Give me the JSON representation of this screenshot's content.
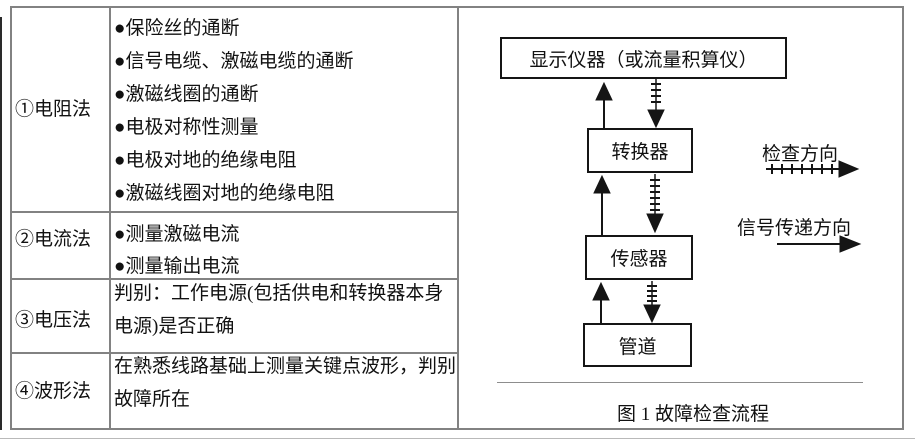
{
  "table": {
    "rows": [
      {
        "method": "①电阻法",
        "lines": [
          "●保险丝的通断",
          "●信号电缆、激磁电缆的通断",
          "●激磁线圈的通断",
          "●电极对称性测量",
          "●电极对地的绝缘电阻",
          "●激磁线圈对地的绝缘电阻"
        ]
      },
      {
        "method": "②电流法",
        "lines": [
          "●测量激磁电流",
          "●测量输出电流"
        ]
      },
      {
        "method": "③电压法",
        "lines": [
          "判别：工作电源(包括供电和转换器本身",
          "电源)是否正确"
        ]
      },
      {
        "method": "④波形法",
        "lines": [
          "在熟悉线路基础上测量关键点波形，判别",
          "故障所在"
        ]
      }
    ]
  },
  "flowchart": {
    "nodes": [
      {
        "label": "显示仪器（或流量积算仪）"
      },
      {
        "label": "转换器"
      },
      {
        "label": "传感器"
      },
      {
        "label": "管道"
      }
    ],
    "legend": [
      {
        "label": "检查方向",
        "arrow_style": "ticked-dashed"
      },
      {
        "label": "信号传递方向",
        "arrow_style": "solid"
      }
    ],
    "caption": "图 1 故障检查流程"
  },
  "colors": {
    "ink": "#151515",
    "table_border": "#828282",
    "background": "#ffffff"
  }
}
